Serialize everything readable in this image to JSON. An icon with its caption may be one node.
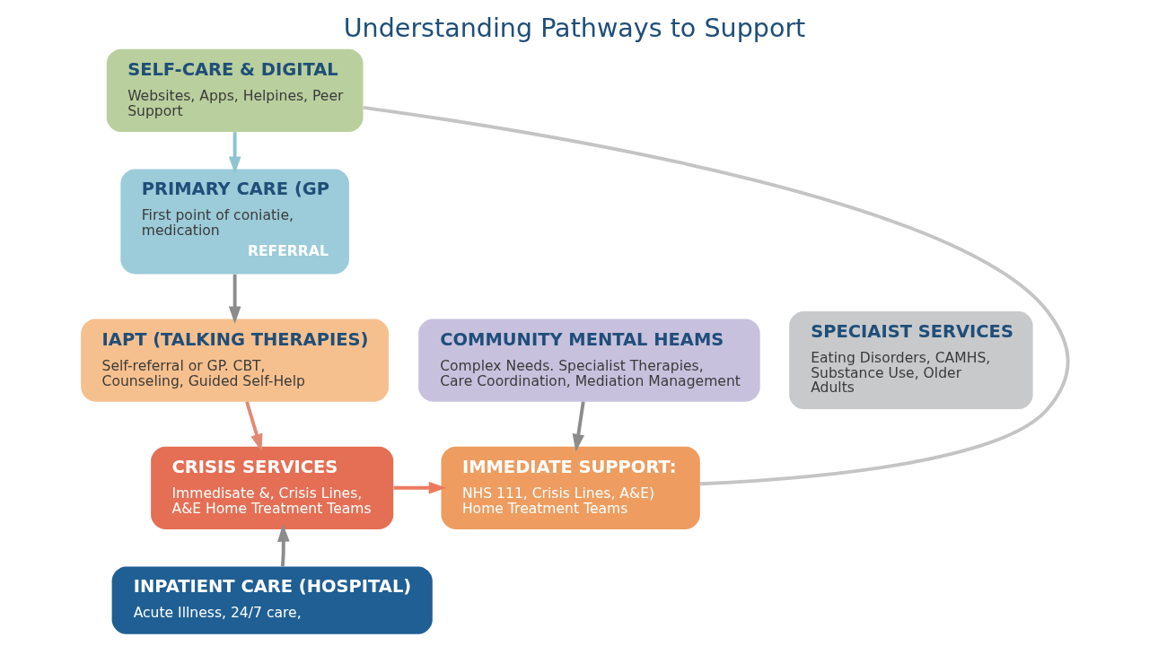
{
  "diagram": {
    "title": "Understanding Pathways to Support",
    "nodes": [
      {
        "text": [
          "SELF-CARE & DIGITAL",
          "Websites, Apps, Helpines, Peer Support"
        ]
      },
      {
        "text": [
          "PRIMARY CARE (GP",
          "First point of coniatie, medication",
          "REFERRAL"
        ]
      },
      {
        "text": [
          "IAPT (TALKING THERAPIES)",
          "Self-referral or GP. CBT, Counseling, Guided Self-Help"
        ]
      },
      {
        "text": [
          "COMMUNITY MENTAL HEAMS",
          "Complex Needs. Specialist Therapies, Care Coordination, Mediation Management"
        ]
      },
      {
        "text": [
          "SPECIAIST SERVICES",
          "Eating Disorders, CAMHS, Substance Use, Older Adults"
        ]
      },
      {
        "text": [
          "CRISIS SERVICES",
          "Immedisate &, Crisis Lines, A&E Home Treatment Teams"
        ]
      },
      {
        "text": [
          "IMMEDIATE SUPPORT:",
          "NHS 111, Crisis Lines, A&E) Home Treatment Teams"
        ]
      },
      {
        "text": [
          "INPATIENT CARE (HOSPITAL)",
          "Acute Illness, 24/7 care,"
        ]
      }
    ],
    "edges": [
      {
        "from": 0,
        "to": 1,
        "arrow": "to",
        "color": "#8fc4d0"
      },
      {
        "from": 1,
        "to": 2,
        "arrow": "to",
        "color": "#8c8c8c"
      },
      {
        "from": 2,
        "to": 5,
        "arrow": "to",
        "color": "#e08a75"
      },
      {
        "from": 3,
        "to": 6,
        "arrow": "to",
        "color": "#8c8c8c"
      },
      {
        "from": 5,
        "to": 6,
        "arrow": "to",
        "color": "#ec7a5c"
      },
      {
        "from": 7,
        "to": 5,
        "arrow": "to",
        "color": "#8c8c8c"
      },
      {
        "from": 0,
        "to": 6,
        "arrow": "none",
        "color": "#c4c4c4"
      }
    ]
  }
}
